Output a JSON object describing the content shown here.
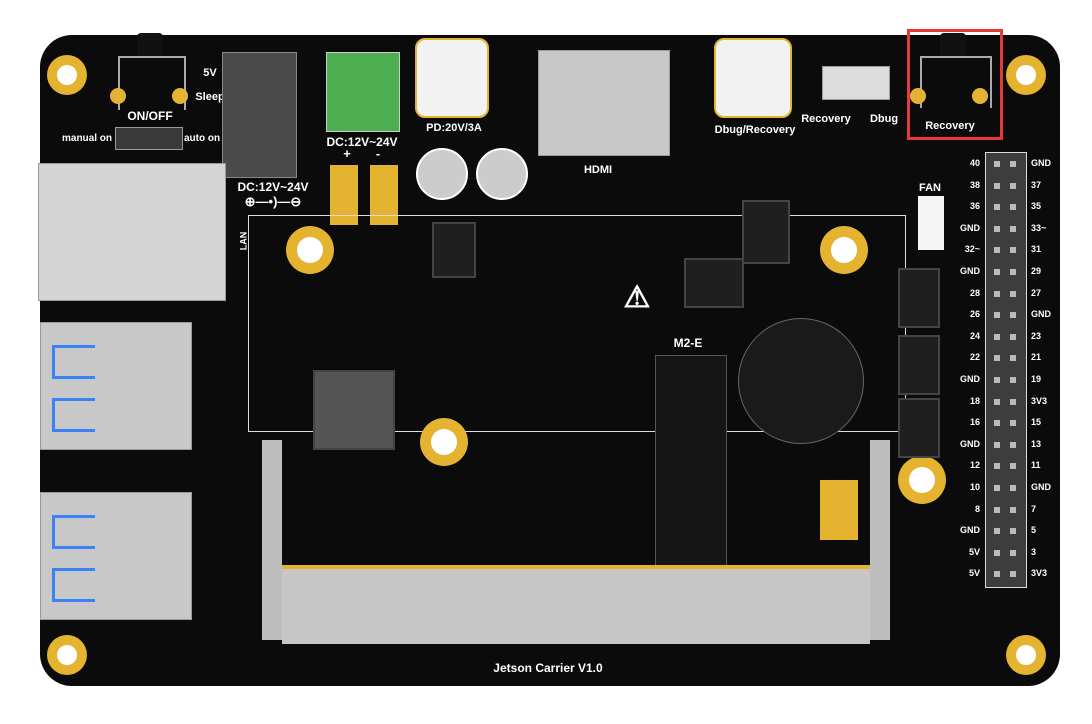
{
  "board": {
    "title": "Jetson Carrier V1.0",
    "highlight_color": "#e53935",
    "highlight_target": "Recovery"
  },
  "labels": {
    "onoff": "ON/OFF",
    "led_5v": "5V",
    "led_sleep": "Sleep",
    "manual_on": "manual on",
    "auto_on": "auto on",
    "dc_jack": "DC:12V~24V",
    "dc_terminal": "DC:12V~24V",
    "plus": "+",
    "minus": "-",
    "pd": "PD:20V/3A",
    "hdmi": "HDMI",
    "dbug_recovery": "Dbug/Recovery",
    "switch_recovery": "Recovery",
    "switch_dbug": "Dbug",
    "recovery_button": "Recovery",
    "lan": "LAN",
    "fan": "FAN",
    "m2e": "M2-E"
  },
  "gpio_header": {
    "left": [
      "40",
      "38",
      "36",
      "GND",
      "32~",
      "GND",
      "28",
      "26",
      "24",
      "22",
      "GND",
      "18",
      "16",
      "GND",
      "12",
      "10",
      "8",
      "GND",
      "5V",
      "5V"
    ],
    "right": [
      "GND",
      "37",
      "35",
      "33~",
      "31",
      "29",
      "27",
      "GND",
      "23",
      "21",
      "19",
      "3V3",
      "15",
      "13",
      "11",
      "GND",
      "7",
      "5",
      "3",
      "3V3"
    ]
  }
}
